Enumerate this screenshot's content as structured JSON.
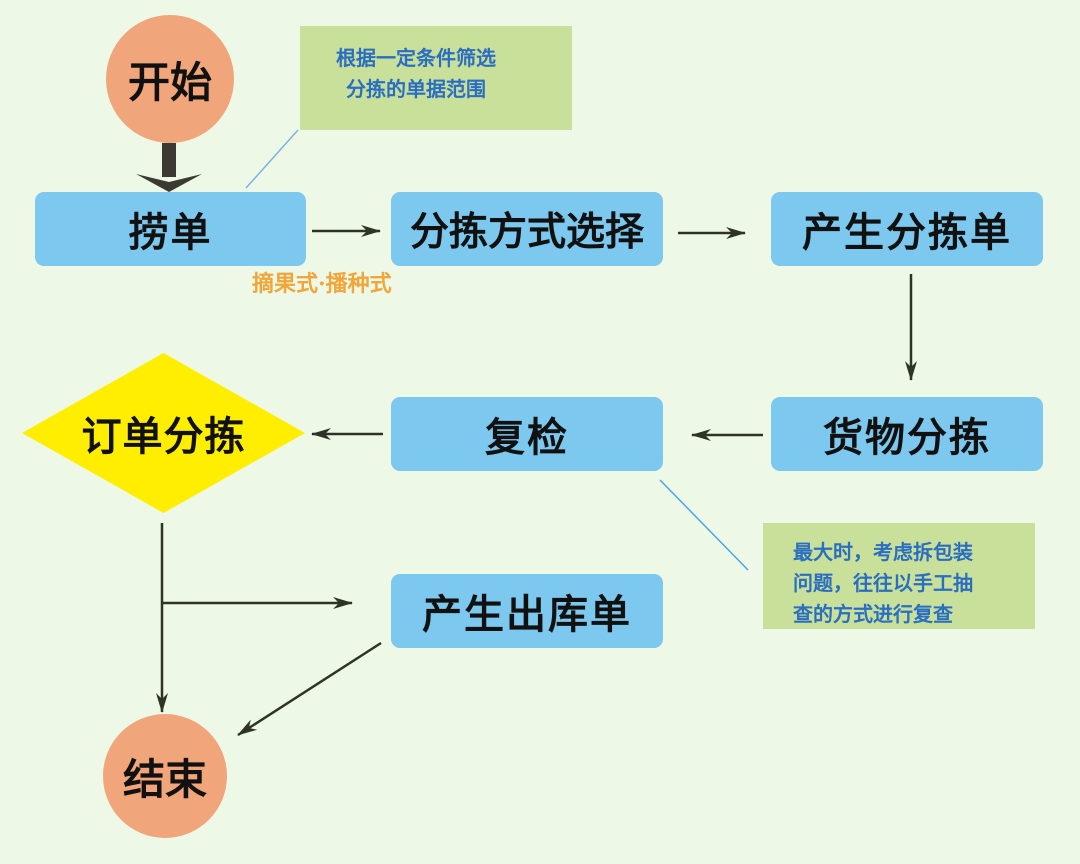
{
  "diagram": {
    "nodes": {
      "start": "开始",
      "collect_orders": "捞单",
      "sorting_method": "分拣方式选择",
      "generate_pick_list": "产生分拣单",
      "goods_sorting": "货物分拣",
      "recheck": "复检",
      "order_sorting": "订单分拣",
      "generate_outbound": "产生出库单",
      "end": "结束"
    },
    "notes": {
      "filter_note": [
        "根据一定条件筛选",
        "分拣的单据范围"
      ],
      "recheck_note": [
        "最大时，考虑拆包装",
        "问题，往往以手工抽",
        "查的方式进行复查"
      ]
    },
    "labels": {
      "methods": "摘果式·播种式"
    },
    "edges": [
      {
        "from": "start",
        "to": "collect_orders"
      },
      {
        "from": "collect_orders",
        "to": "sorting_method"
      },
      {
        "from": "sorting_method",
        "to": "generate_pick_list"
      },
      {
        "from": "generate_pick_list",
        "to": "goods_sorting"
      },
      {
        "from": "goods_sorting",
        "to": "recheck"
      },
      {
        "from": "recheck",
        "to": "order_sorting"
      },
      {
        "from": "order_sorting",
        "to": "generate_outbound"
      },
      {
        "from": "order_sorting",
        "to": "end"
      },
      {
        "from": "generate_outbound",
        "to": "end"
      }
    ],
    "colors": {
      "background": "#eef8e6",
      "process_box": "#7cc8ef",
      "terminal": "#f1a57a",
      "decision": "#ffee00",
      "note_bg": "#c9e09a",
      "note_text": "#2a6ec2",
      "method_label": "#f0a63a"
    }
  }
}
